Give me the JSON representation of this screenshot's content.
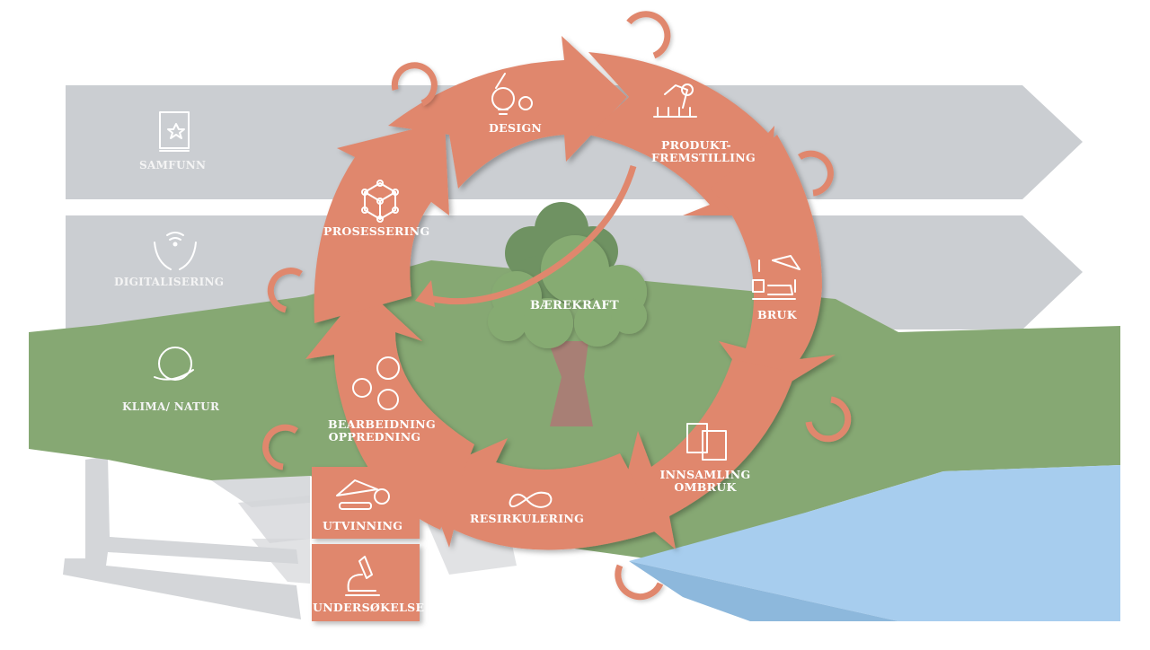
{
  "colors": {
    "ring": "#e0876d",
    "band_gray": "#cbced2",
    "land_green": "#86a873",
    "water_blue": "#a7cdee",
    "water_dark": "#8db8dc",
    "tree_crown_dark": "#6f9262",
    "tree_crown": "#86ab72",
    "trunk": "#a87f75",
    "mine_gray": "#d4d6d9"
  },
  "side_labels": {
    "society": "SAMFUNN",
    "digital": "DIGITALISERING",
    "climate": "KLIMA/ NATUR"
  },
  "center_label": "BÆREKRAFT",
  "stages": {
    "design": "DESIGN",
    "production_line1": "PRODUKT-",
    "production_line2": "FREMSTILLING",
    "use": "BRUK",
    "collection_line1": "INNSAMLING",
    "collection_line2": "OMBRUK",
    "recycling": "RESIRKULERING",
    "processing_refining_line1": "BEARBEIDNING",
    "processing_refining_line2": "OPPREDNING",
    "processing": "PROSESSERING",
    "extraction": "UTVINNING",
    "exploration": "UNDERSØKELSE"
  },
  "icons": {
    "society": "book-star-icon",
    "digital": "hands-wifi-icon",
    "climate": "globe-hand-icon",
    "design": "bulb-pencil-gear-icon",
    "production": "robot-arm-icon",
    "use": "transport-plane-icon",
    "collection": "containers-icon",
    "recycling": "infinity-recycle-icon",
    "refining": "gears-icon",
    "processing": "molecule-cube-icon",
    "extraction": "excavator-icon",
    "exploration": "microscope-icon"
  }
}
